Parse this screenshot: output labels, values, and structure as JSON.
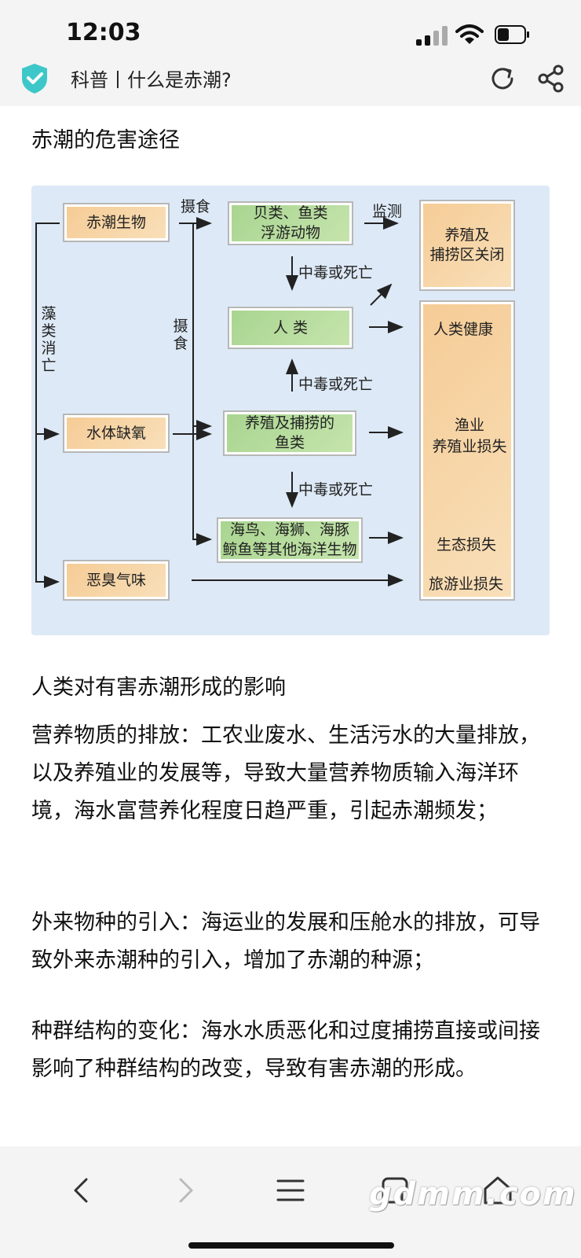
{
  "status_bar": {
    "time": "12:03"
  },
  "browser": {
    "page_title": "科普丨什么是赤潮?"
  },
  "section1": {
    "heading": "赤潮的危害途径"
  },
  "diagram": {
    "boxes": {
      "red_tide": "赤潮生物",
      "shellfish": "贝类、鱼类\n浮游动物",
      "farm_close": "养殖及\n捕捞区关闭",
      "human": "人 类",
      "hypoxia": "水体缺氧",
      "farmed_fish": "养殖及捕捞的\n鱼类",
      "marine_life": "海鸟、海狮、海豚\n鲸鱼等其他海洋生物",
      "odor": "恶臭气味",
      "human_health": "人类健康",
      "fishery_loss": "渔业\n养殖业损失",
      "eco_loss": "生态损失",
      "tourism_loss": "旅游业损失"
    },
    "labels": {
      "feed_top": "摄食",
      "feed_side": "摄食",
      "monitor": "监测",
      "poison1": "中毒或死亡",
      "poison2": "中毒或死亡",
      "poison3": "中毒或死亡",
      "algae_death": "藻类消亡"
    }
  },
  "section2": {
    "heading": "人类对有害赤潮形成的影响",
    "paragraphs": [
      "营养物质的排放：工农业废水、生活污水的大量排放，以及养殖业的发展等，导致大量营养物质输入海洋环境，海水富营养化程度日趋严重，引起赤潮频发；",
      "外来物种的引入：海运业的发展和压舱水的排放，可导致外来赤潮种的引入，增加了赤潮的种源；",
      "种群结构的变化：海水水质恶化和过度捕捞直接或间接影响了种群结构的改变，导致有害赤潮的形成。"
    ]
  },
  "watermark": "gdmm.com",
  "icons": [
    "signal-icon",
    "wifi-icon",
    "battery-icon",
    "shield-icon",
    "reload-icon",
    "share-icon",
    "back-icon",
    "forward-icon",
    "menu-icon",
    "tabs-icon",
    "home-icon"
  ]
}
